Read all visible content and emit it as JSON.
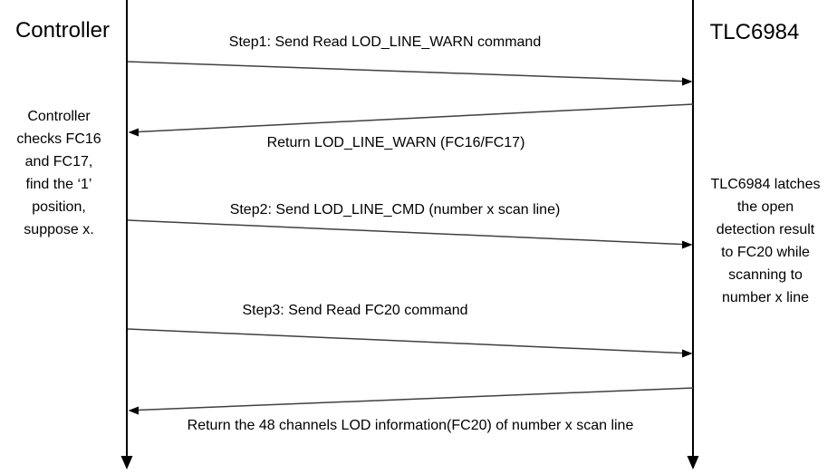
{
  "diagram": {
    "type": "sequence-diagram",
    "colors": {
      "background": "#ffffff",
      "lifeline": "#000000",
      "message_line": "#404040",
      "text": "#000000"
    },
    "left_actor": {
      "title": "Controller",
      "note": "Controller\nchecks FC16\nand FC17,\nfind the ‘1’\nposition,\nsuppose x."
    },
    "right_actor": {
      "title": "TLC6984",
      "note": "TLC6984 latches\nthe open\ndetection result\nto FC20 while\nscanning to\nnumber x line"
    },
    "messages": [
      {
        "label": "Step1: Send Read LOD_LINE_WARN command",
        "from": "Controller",
        "to": "TLC6984",
        "direction": "right"
      },
      {
        "label": "Return LOD_LINE_WARN (FC16/FC17)",
        "from": "TLC6984",
        "to": "Controller",
        "direction": "left"
      },
      {
        "label": "Step2: Send LOD_LINE_CMD (number x scan line)",
        "from": "Controller",
        "to": "TLC6984",
        "direction": "right"
      },
      {
        "label": "Step3: Send Read FC20 command",
        "from": "Controller",
        "to": "TLC6984",
        "direction": "right"
      },
      {
        "label": "Return the 48 channels LOD information(FC20) of number x scan line",
        "from": "TLC6984",
        "to": "Controller",
        "direction": "left"
      }
    ]
  }
}
